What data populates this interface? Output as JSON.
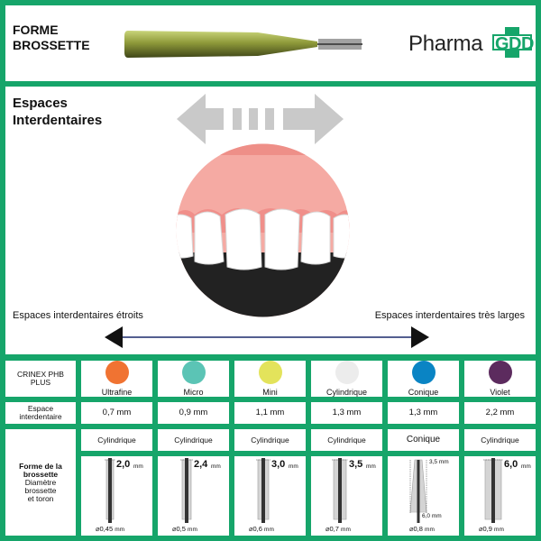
{
  "header": {
    "title_line1": "FORME",
    "title_line2": "BROSSETTE",
    "logo_text": "Pharma",
    "logo_badge": "GDD"
  },
  "spaces": {
    "title_line1": "Espaces",
    "title_line2": "Interdentaires",
    "narrow_label": "Espaces interdentaires étroits",
    "wide_label": "Espaces interdentaires très larges"
  },
  "table": {
    "row_heads": {
      "product": "CRINEX PHB PLUS",
      "space_line1": "Espace",
      "space_line2": "interdentaire",
      "shape_line1": "Forme de la",
      "shape_line2": "brossette",
      "shape_line3": "Diamètre",
      "shape_line4": "brossette",
      "shape_line5": "et toron"
    },
    "columns": [
      {
        "name": "Ultrafine",
        "color": "#f07332",
        "space": "0,7 mm",
        "shape": "Cylindrique",
        "diameter": "2,0",
        "diameter_unit": "mm",
        "wire": "0,45",
        "wire_unit": "mm"
      },
      {
        "name": "Micro",
        "color": "#5bc4b5",
        "space": "0,9 mm",
        "shape": "Cylindrique",
        "diameter": "2,4",
        "diameter_unit": "mm",
        "wire": "0,5",
        "wire_unit": "mm"
      },
      {
        "name": "Mini",
        "color": "#e3e35b",
        "space": "1,1 mm",
        "shape": "Cylindrique",
        "diameter": "3,0",
        "diameter_unit": "mm",
        "wire": "0,6",
        "wire_unit": "mm"
      },
      {
        "name": "Cylindrique",
        "color": "#ececec",
        "space": "1,3 mm",
        "shape": "Cylindrique",
        "diameter": "3,5",
        "diameter_unit": "mm",
        "wire": "0,7",
        "wire_unit": "mm"
      },
      {
        "name": "Conique",
        "color": "#0a84c4",
        "space": "1,3 mm",
        "shape": "Conique",
        "diameter_top": "3,5 mm",
        "diameter_bottom": "6,0 mm",
        "wire": "0,8",
        "wire_unit": "mm"
      },
      {
        "name": "Violet",
        "color": "#5c2b5e",
        "space": "2,2 mm",
        "shape": "Cylindrique",
        "diameter": "6,0",
        "diameter_unit": "mm",
        "wire": "0,9",
        "wire_unit": "mm"
      }
    ]
  },
  "colors": {
    "brand_green": "#16a56a",
    "arrow_navy": "#1b2a6b"
  }
}
